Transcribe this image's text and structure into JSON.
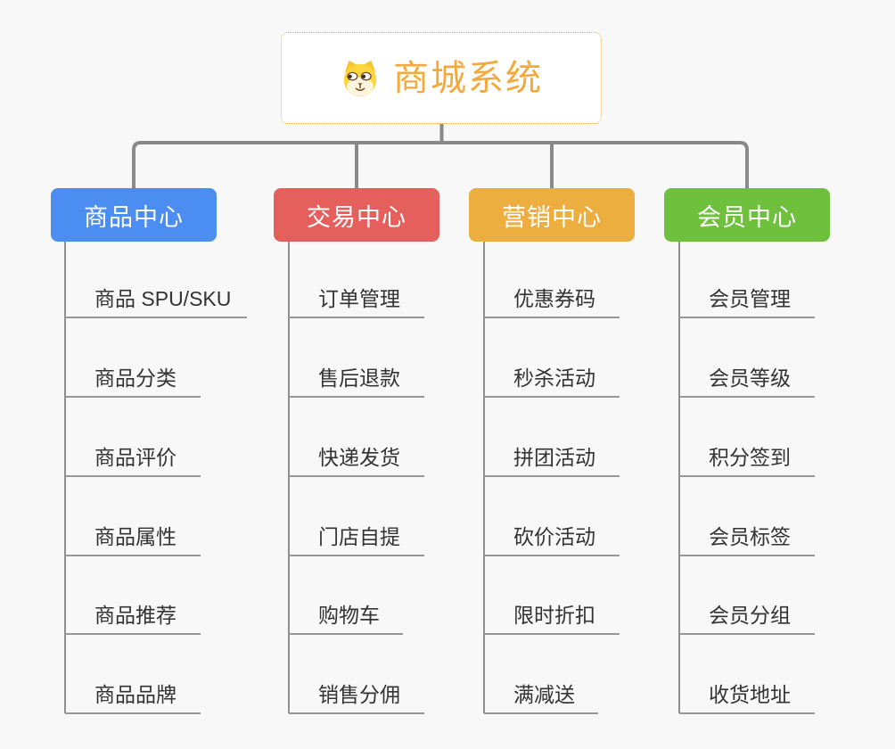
{
  "root": {
    "title": "商城系统",
    "icon": "dog-face-icon",
    "title_color": "#f4a93c",
    "border_color": "#f2b04c"
  },
  "branches": [
    {
      "label": "商品中心",
      "color": "#4b8df0",
      "items": [
        "商品 SPU/SKU",
        "商品分类",
        "商品评价",
        "商品属性",
        "商品推荐",
        "商品品牌"
      ]
    },
    {
      "label": "交易中心",
      "color": "#e5605c",
      "items": [
        "订单管理",
        "售后退款",
        "快递发货",
        "门店自提",
        "购物车",
        "销售分佣"
      ]
    },
    {
      "label": "营销中心",
      "color": "#ecae3f",
      "items": [
        "优惠券码",
        "秒杀活动",
        "拼团活动",
        "砍价活动",
        "限时折扣",
        "满减送"
      ]
    },
    {
      "label": "会员中心",
      "color": "#6fc13d",
      "items": [
        "会员管理",
        "会员等级",
        "积分签到",
        "会员标签",
        "会员分组",
        "收货地址"
      ]
    }
  ],
  "style": {
    "connector_color": "#898989",
    "trunk_color": "#8f8f8f",
    "underline_color": "#979797",
    "background": "#f8f8f8"
  }
}
